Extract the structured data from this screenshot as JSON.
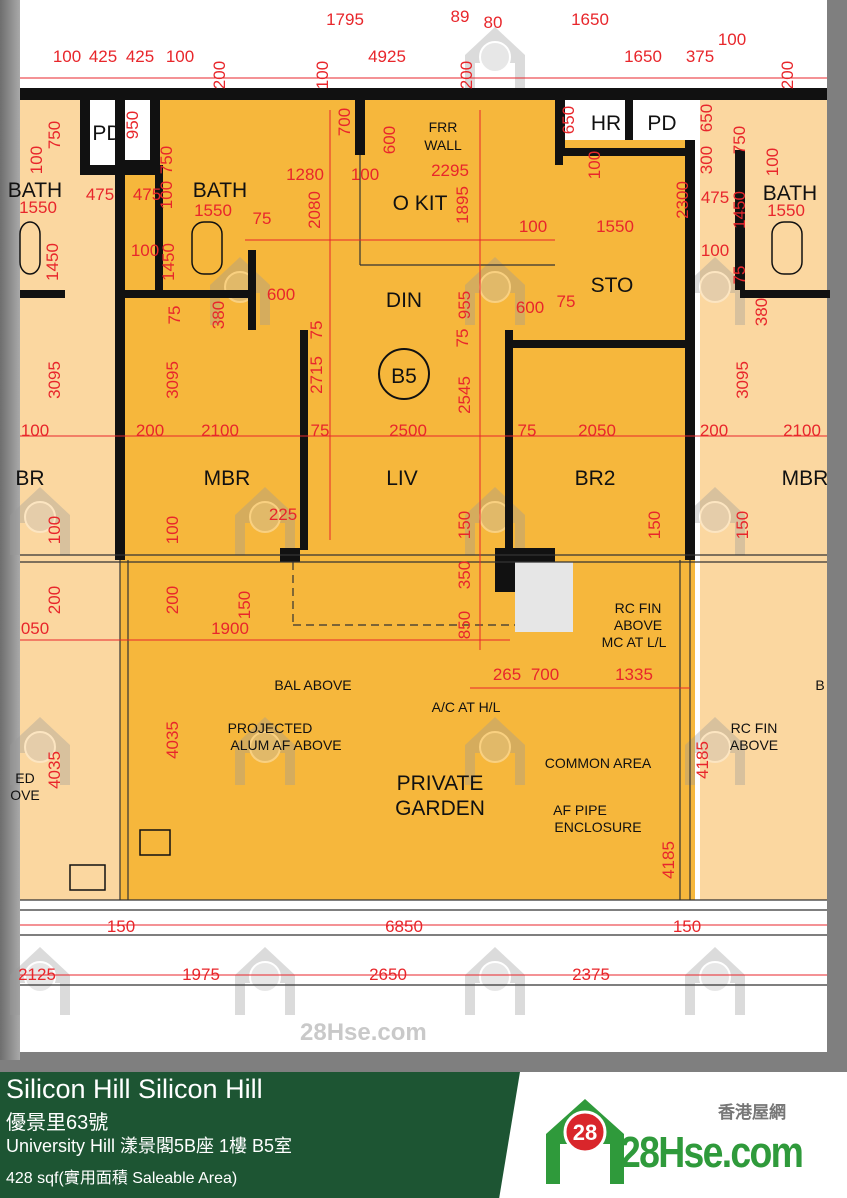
{
  "colors": {
    "unit_fill": "#F6B73C",
    "neighbor_fill": "#FBD7A0",
    "wall": "#111111",
    "dimension": "#E8262B",
    "footer_green": "#1D5533",
    "logo_green": "#2F9A3B",
    "logo_red": "#D9262B"
  },
  "plan": {
    "unit_label": "B5",
    "rooms": [
      "PD",
      "HR",
      "PD",
      "FRR",
      "WALL",
      "BATH",
      "BATH",
      "BATH",
      "O KIT",
      "STO",
      "DIN",
      "MBR",
      "LIV",
      "BR2",
      "MBR",
      "BR",
      "PRIVATE",
      "GARDEN"
    ],
    "notes": [
      "BAL ABOVE",
      "A/C AT H/L",
      "PROJECTED",
      "ALUM AF ABOVE",
      "RC FIN",
      "ABOVE",
      "MC AT L/L",
      "COMMON AREA",
      "AF PIPE",
      "ENCLOSURE",
      "RC FIN",
      "ABOVE",
      "ED",
      "OVE",
      "B"
    ],
    "dimensions": [
      "100",
      "425",
      "425",
      "100",
      "200",
      "100",
      "4925",
      "200",
      "1795",
      "89",
      "80",
      "1650",
      "1650",
      "375",
      "100",
      "200",
      "950",
      "750",
      "100",
      "750",
      "100",
      "700",
      "600",
      "650",
      "300",
      "650",
      "750",
      "100",
      "100",
      "1550",
      "475",
      "475",
      "1550",
      "75",
      "1280",
      "100",
      "2295",
      "2080",
      "1895",
      "100",
      "1550",
      "2300",
      "475",
      "1450",
      "1550",
      "1450",
      "100",
      "1450",
      "100",
      "75",
      "600",
      "380",
      "75",
      "75",
      "955",
      "75",
      "600",
      "75",
      "380",
      "3095",
      "3095",
      "2715",
      "2545",
      "3095",
      "100",
      "200",
      "2100",
      "75",
      "2500",
      "75",
      "2050",
      "200",
      "2100",
      "100",
      "100",
      "225",
      "150",
      "150",
      "150",
      "200",
      "200",
      "150",
      "350",
      "850",
      "050",
      "1900",
      "265",
      "700",
      "1335",
      "4035",
      "4035",
      "4185",
      "4185",
      "150",
      "6850",
      "150",
      "2125",
      "1975",
      "2650",
      "2375"
    ],
    "watermark": "28Hse.com"
  },
  "footer": {
    "title": "Silicon Hill Silicon Hill",
    "address": "優景里63號",
    "unit": "University Hill 漾景閣5B座 1樓 B5室",
    "area": "428 sqf(實用面積 Saleable Area)"
  },
  "logo": {
    "badge": "28",
    "text": "28Hse.com",
    "chinese": "香港屋網"
  }
}
